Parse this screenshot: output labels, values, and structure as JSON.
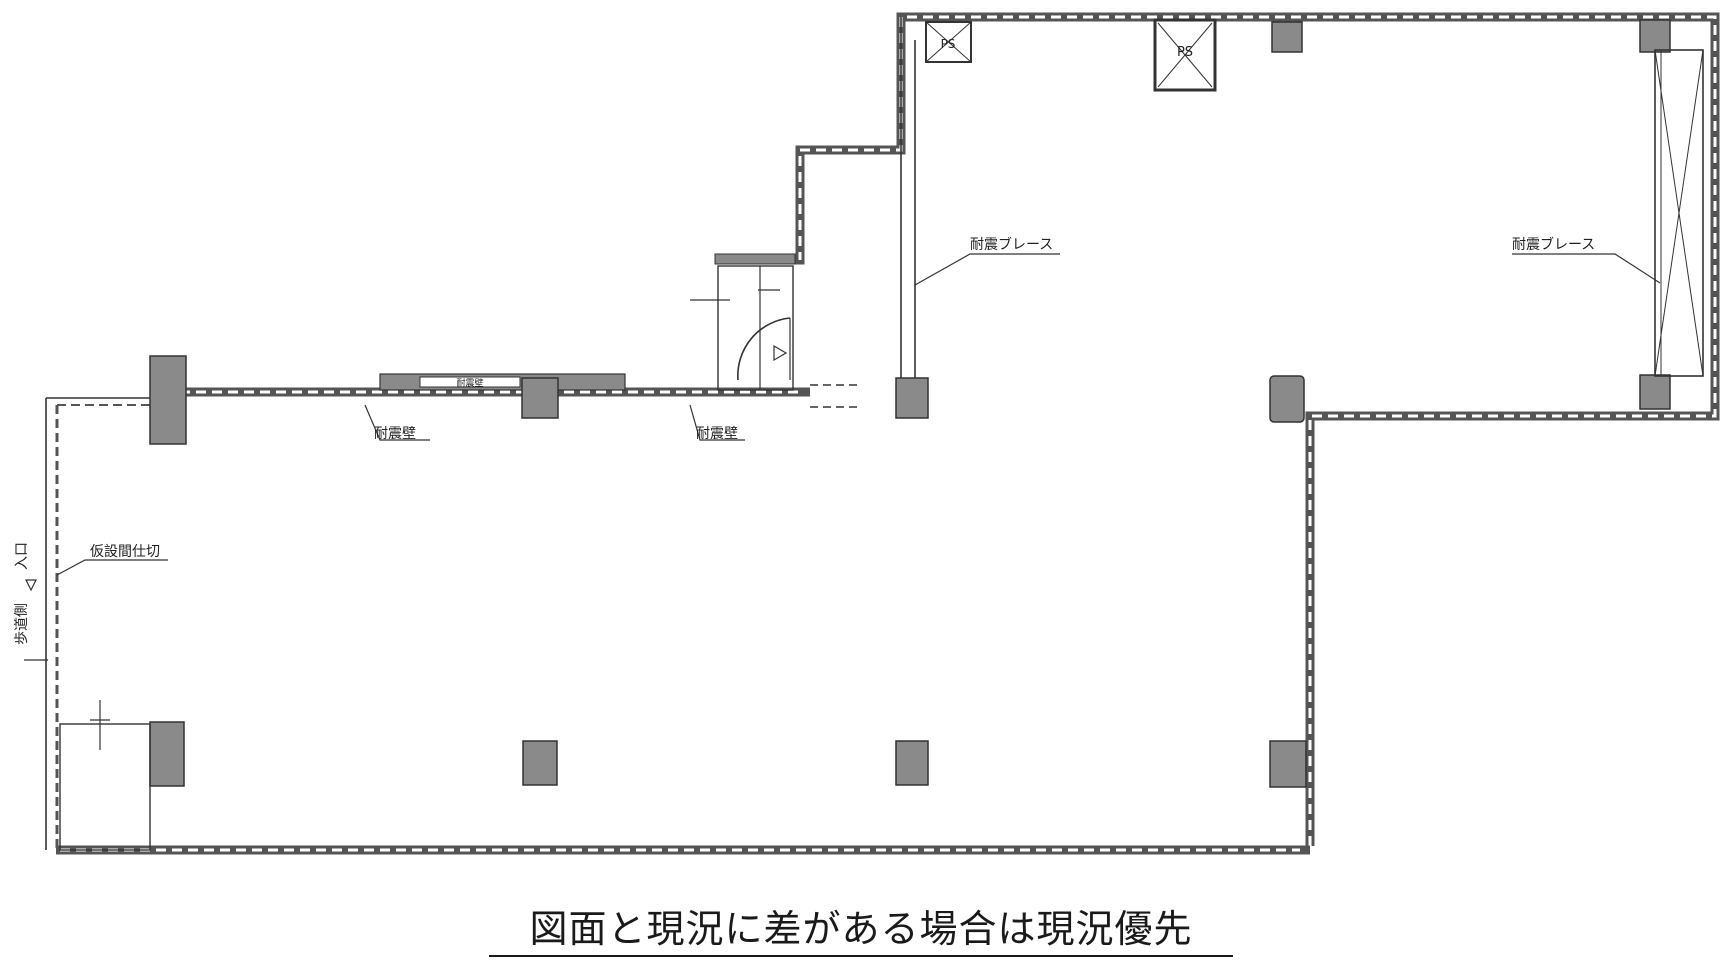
{
  "plan": {
    "labels": {
      "brace_center": "耐震ブレース",
      "brace_right": "耐震ブレース",
      "wall_left": "耐震壁",
      "wall_right": "耐震壁",
      "partition": "仮設間仕切",
      "entrance": "入口",
      "sidewalk": "歩道側",
      "shaft_1": "PS",
      "shaft_2": "PS",
      "counter": "耐震壁"
    }
  },
  "caption": "図面と現況に差がある場合は現況優先"
}
